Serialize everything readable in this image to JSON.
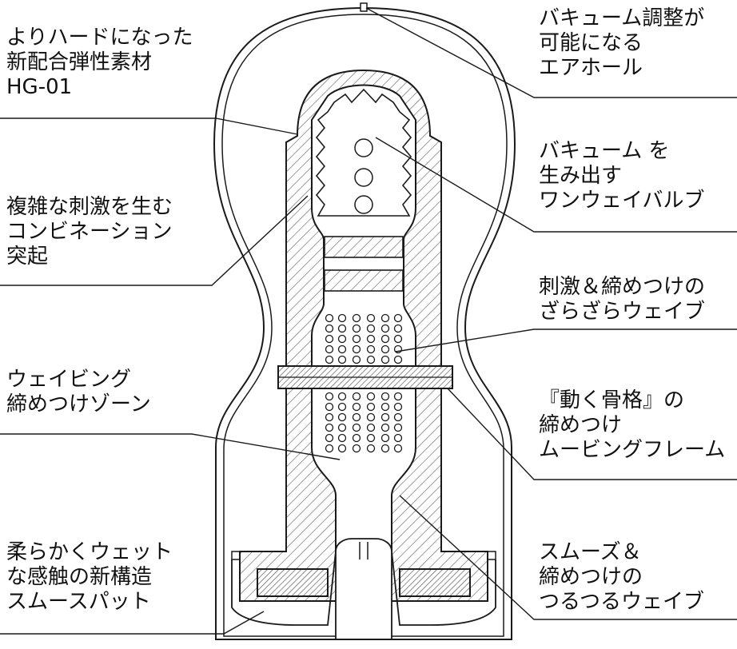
{
  "labels": {
    "hg01": {
      "lines": [
        "よりハードになった",
        "新配合弾性素材",
        "HG-01"
      ]
    },
    "bumps": {
      "lines": [
        "複雑な刺激を生む",
        "コンビネーション",
        "突起"
      ]
    },
    "waving": {
      "lines": [
        "ウェイビング",
        "締めつけゾーン"
      ]
    },
    "smoothpad": {
      "lines": [
        "柔らかくウェット",
        "な感触の新構造",
        "スムースパット"
      ]
    },
    "airhole": {
      "lines": [
        "バキューム調整が",
        "可能になる",
        "エアホール"
      ]
    },
    "valve": {
      "lines": [
        "バキューム を",
        "生み出す",
        "ワンウェイバルブ"
      ]
    },
    "rough": {
      "lines": [
        "刺激＆締めつけの",
        "ざらざらウェイブ"
      ]
    },
    "frame": {
      "lines": [
        "『動く骨格』の",
        "締めつけ",
        "ムービングフレーム"
      ]
    },
    "smoothwave": {
      "lines": [
        "スムーズ＆",
        "締めつけの",
        "つるつるウェイブ"
      ]
    }
  },
  "colors": {
    "ink": "#1a1a1a",
    "hatch": "#6a6a6a",
    "paper": "#ffffff"
  }
}
